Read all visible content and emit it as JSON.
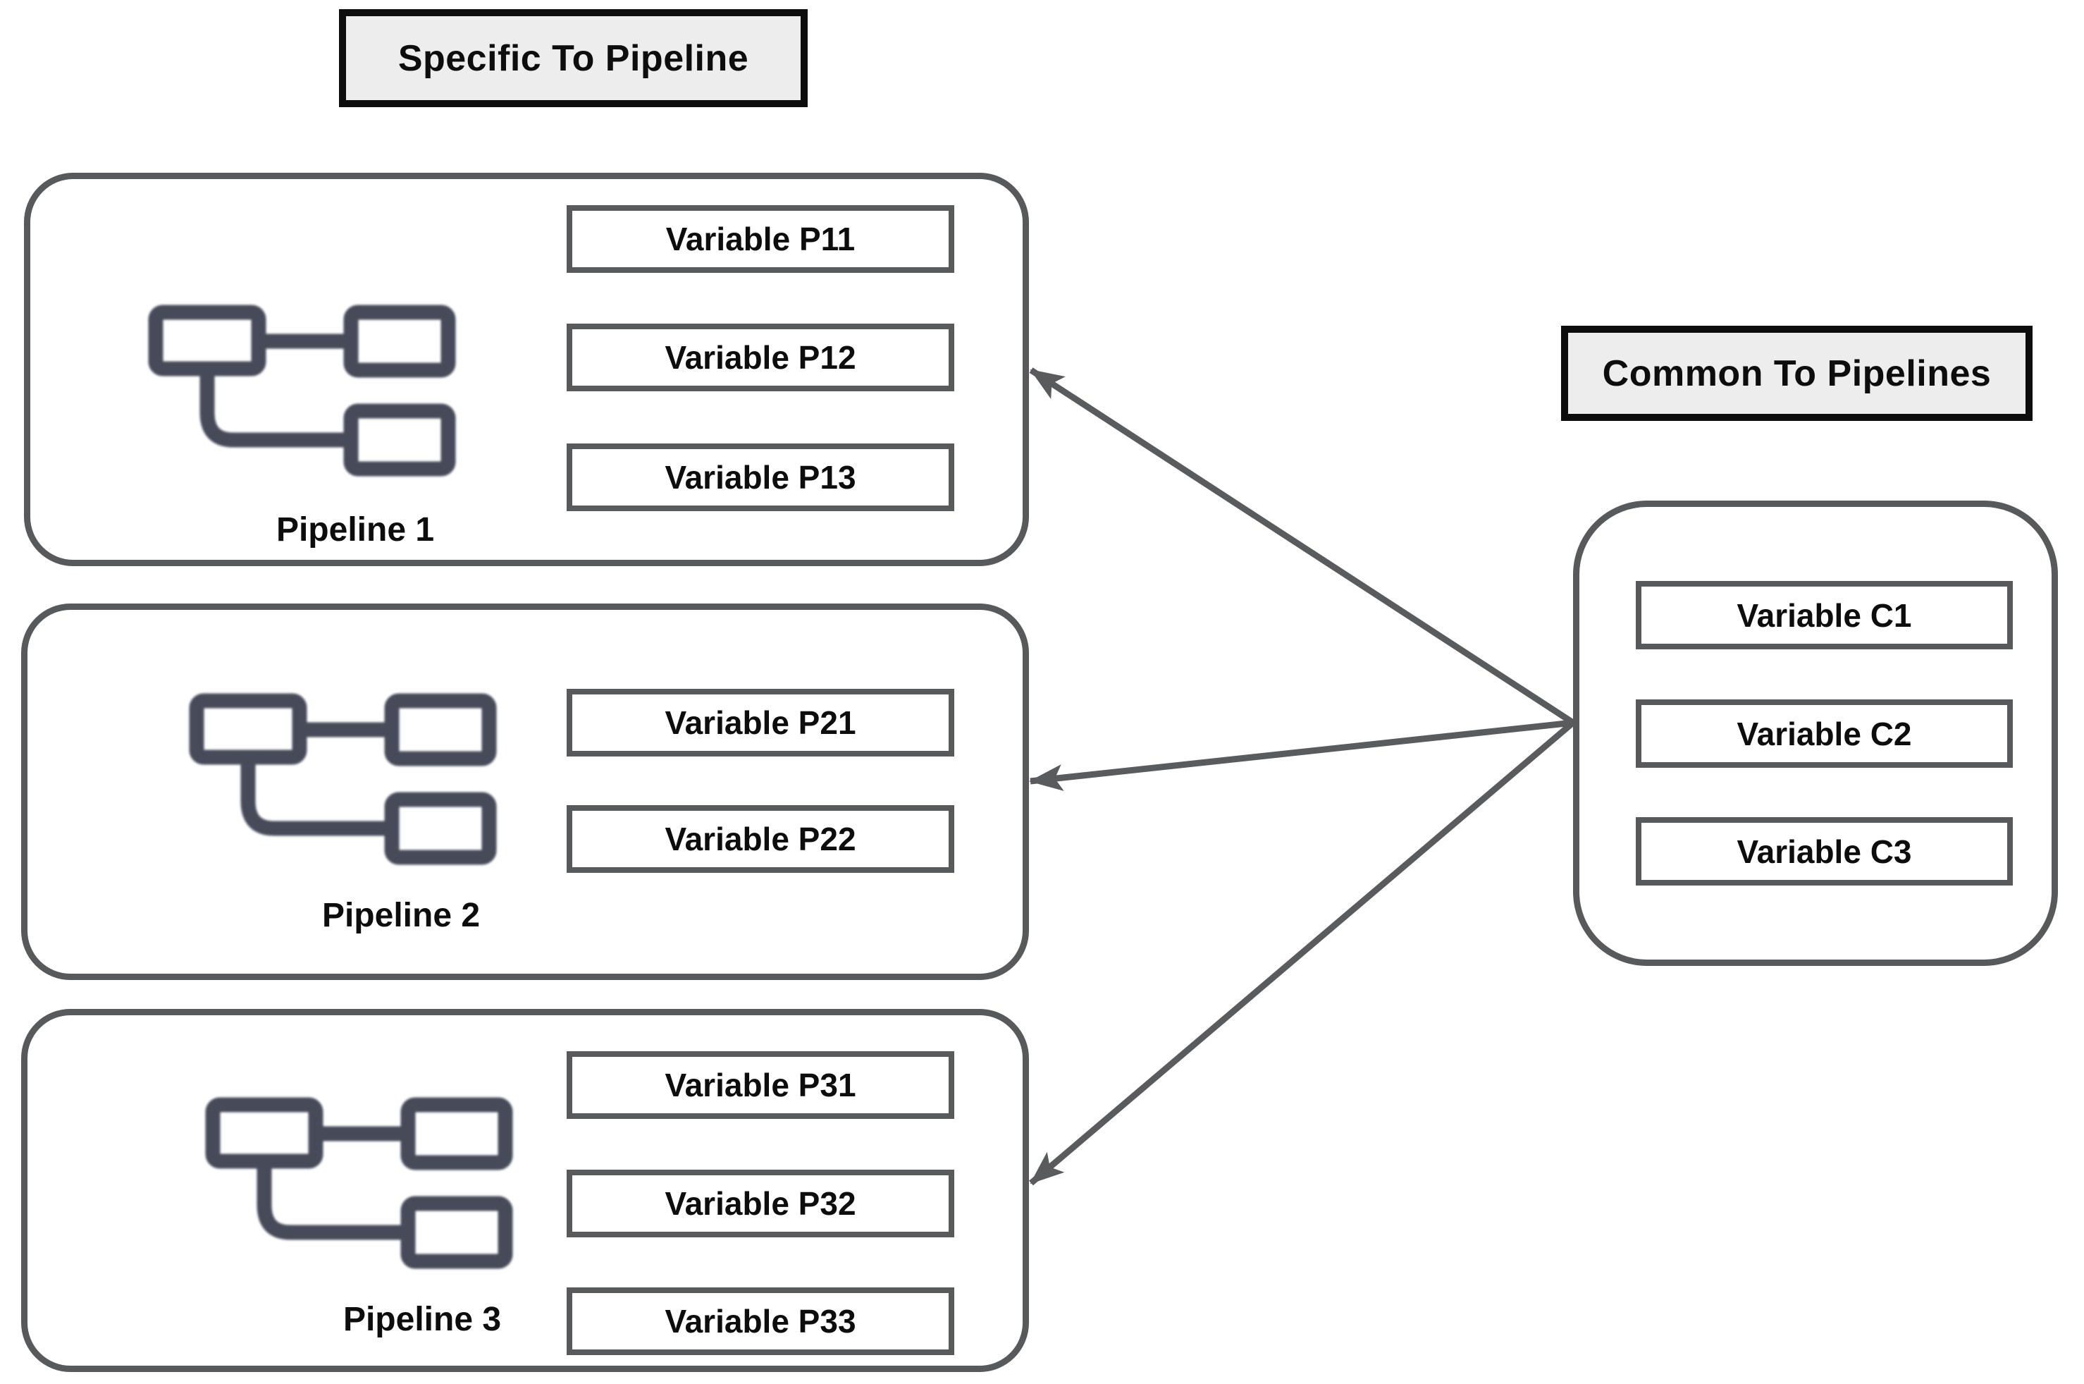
{
  "titles": {
    "specific": "Specific To Pipeline",
    "common": "Common To Pipelines"
  },
  "pipelines": [
    {
      "name": "Pipeline 1",
      "variables": [
        "Variable P11",
        "Variable P12",
        "Variable P13"
      ]
    },
    {
      "name": "Pipeline 2",
      "variables": [
        "Variable P21",
        "Variable P22"
      ]
    },
    {
      "name": "Pipeline 3",
      "variables": [
        "Variable P31",
        "Variable P32",
        "Variable P33"
      ]
    }
  ],
  "common_variables": [
    "Variable C1",
    "Variable C2",
    "Variable C3"
  ],
  "icons": {
    "pipeline": "flowchart-icon",
    "arrow": "left-arrowhead"
  },
  "colors": {
    "box_border": "#58595b",
    "arrow": "#5a5b5d",
    "icon": "#474b59",
    "title_bg": "#ededed",
    "title_border": "#0d0d0d",
    "text": "#0d0d0d",
    "bg": "#ffffff"
  }
}
